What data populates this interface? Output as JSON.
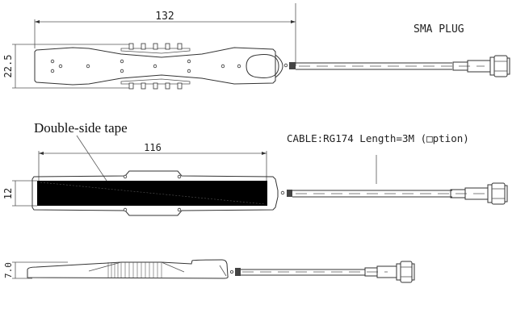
{
  "top_view": {
    "width_dim": "132",
    "height_dim": "22.5",
    "connector_label": "SMA PLUG"
  },
  "bottom_view": {
    "tape_label": "Double-side tape",
    "width_dim": "116",
    "height_dim": "12",
    "cable_label": "CABLE:RG174 Length=3M (□ption)"
  },
  "side_view": {
    "thickness_dim": "7.0"
  },
  "colors": {
    "line": "#333333",
    "tape": "#000000"
  }
}
